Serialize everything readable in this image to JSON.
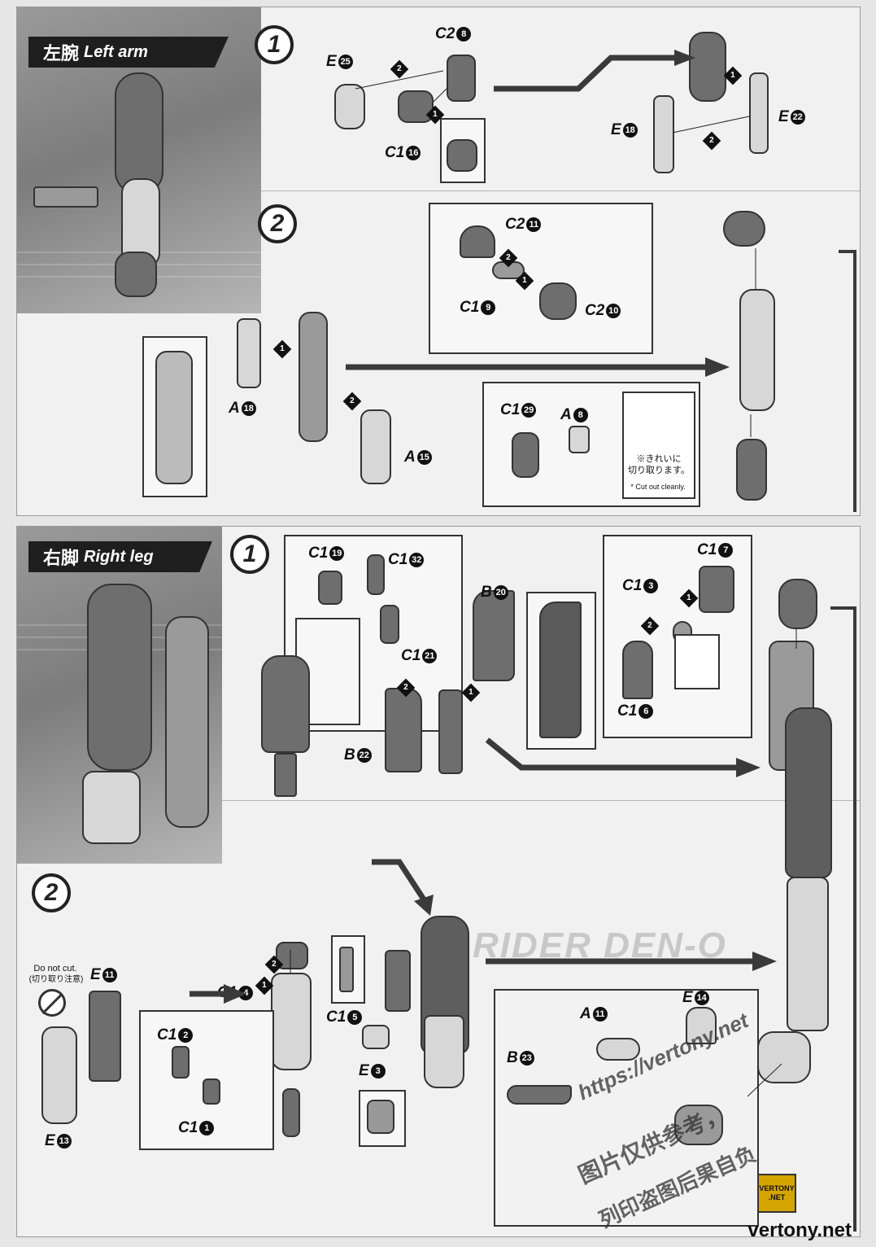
{
  "left_arm": {
    "title_jp": "左腕",
    "title_en": "Left arm",
    "step1": {
      "number": "1",
      "labels": [
        {
          "letter": "E",
          "num": "25"
        },
        {
          "letter": "C2",
          "num": "8"
        },
        {
          "letter": "C1",
          "num": "16"
        },
        {
          "letter": "E",
          "num": "18"
        },
        {
          "letter": "E",
          "num": "22"
        }
      ]
    },
    "step2": {
      "number": "2",
      "labels": [
        {
          "letter": "C2",
          "num": "11"
        },
        {
          "letter": "C1",
          "num": "9"
        },
        {
          "letter": "C2",
          "num": "10"
        },
        {
          "letter": "A",
          "num": "18"
        },
        {
          "letter": "A",
          "num": "15"
        },
        {
          "letter": "C1",
          "num": "29"
        },
        {
          "letter": "A",
          "num": "8"
        }
      ],
      "note_jp": "※きれいに\n切り取ります。",
      "note_en": "* Cut out cleanly."
    }
  },
  "right_leg": {
    "title_jp": "右脚",
    "title_en": "Right leg",
    "step1": {
      "number": "1",
      "labels": [
        {
          "letter": "C1",
          "num": "19"
        },
        {
          "letter": "C1",
          "num": "32"
        },
        {
          "letter": "C1",
          "num": "21"
        },
        {
          "letter": "B",
          "num": "20"
        },
        {
          "letter": "B",
          "num": "22"
        },
        {
          "letter": "C1",
          "num": "7"
        },
        {
          "letter": "C1",
          "num": "3"
        },
        {
          "letter": "C1",
          "num": "6"
        }
      ]
    },
    "step2": {
      "number": "2",
      "do_not_cut_en": "Do not cut.",
      "do_not_cut_jp": "(切り取り注意)",
      "labels": [
        {
          "letter": "E",
          "num": "11"
        },
        {
          "letter": "E",
          "num": "13"
        },
        {
          "letter": "C1",
          "num": "4"
        },
        {
          "letter": "C1",
          "num": "2"
        },
        {
          "letter": "C1",
          "num": "1"
        },
        {
          "letter": "C1",
          "num": "5"
        },
        {
          "letter": "E",
          "num": "3"
        },
        {
          "letter": "E",
          "num": "14"
        },
        {
          "letter": "A",
          "num": "11"
        },
        {
          "letter": "B",
          "num": "23"
        }
      ],
      "background_text": "RIDER DEN-O"
    }
  },
  "markers": [
    "1",
    "2"
  ],
  "watermark": {
    "url": "https://vertony.net",
    "cn1": "图片仅供参考，",
    "cn2": "列印盗图后果自负",
    "badge": "VERTONY\n.NET",
    "logo": "vertony.net"
  }
}
